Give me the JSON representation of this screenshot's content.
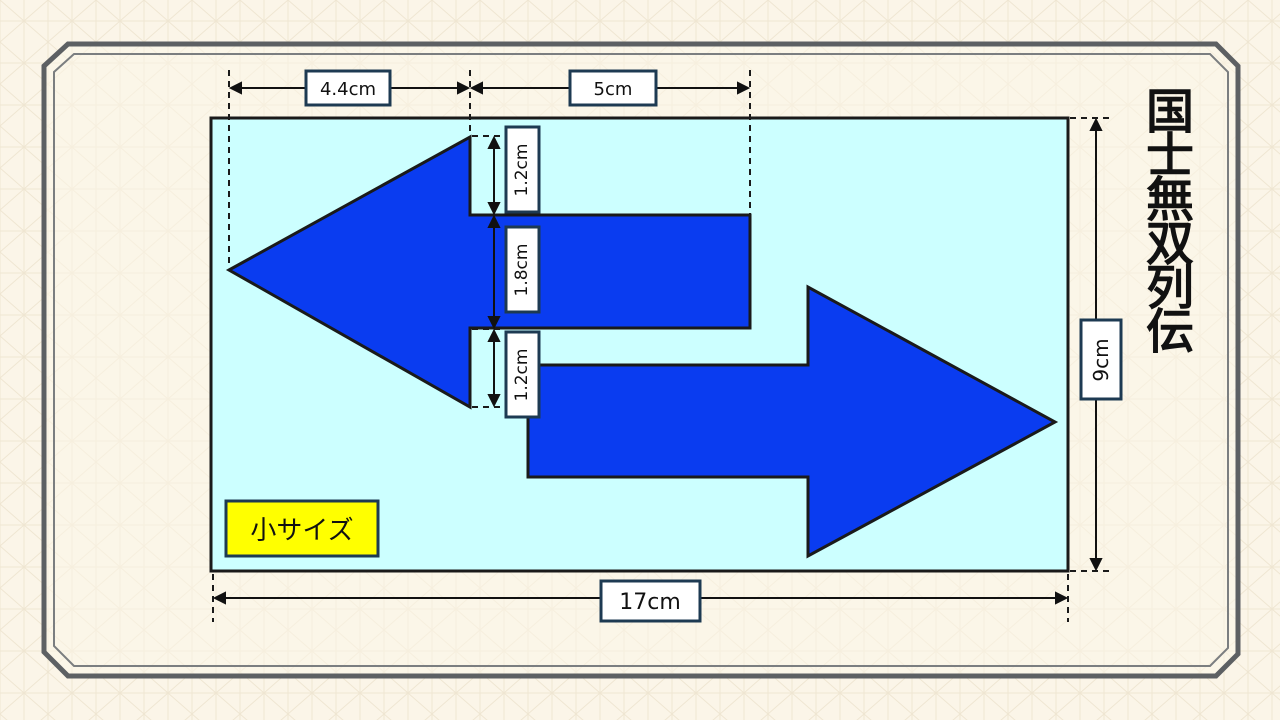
{
  "diagram": {
    "size_badge": "小サイズ",
    "dimensions": {
      "left_arrowhead_length": "4.4cm",
      "left_shaft_length": "5cm",
      "upper_barb": "1.2cm",
      "shaft_height": "1.8cm",
      "lower_barb": "1.2cm",
      "total_height": "9cm",
      "total_width": "17cm"
    },
    "colors": {
      "arrow_fill": "#0a3cf0",
      "board_fill": "#ccffff",
      "badge_fill": "#ffff00",
      "label_border": "#1d3a52"
    }
  },
  "logo": {
    "text": "国士無双列伝"
  }
}
